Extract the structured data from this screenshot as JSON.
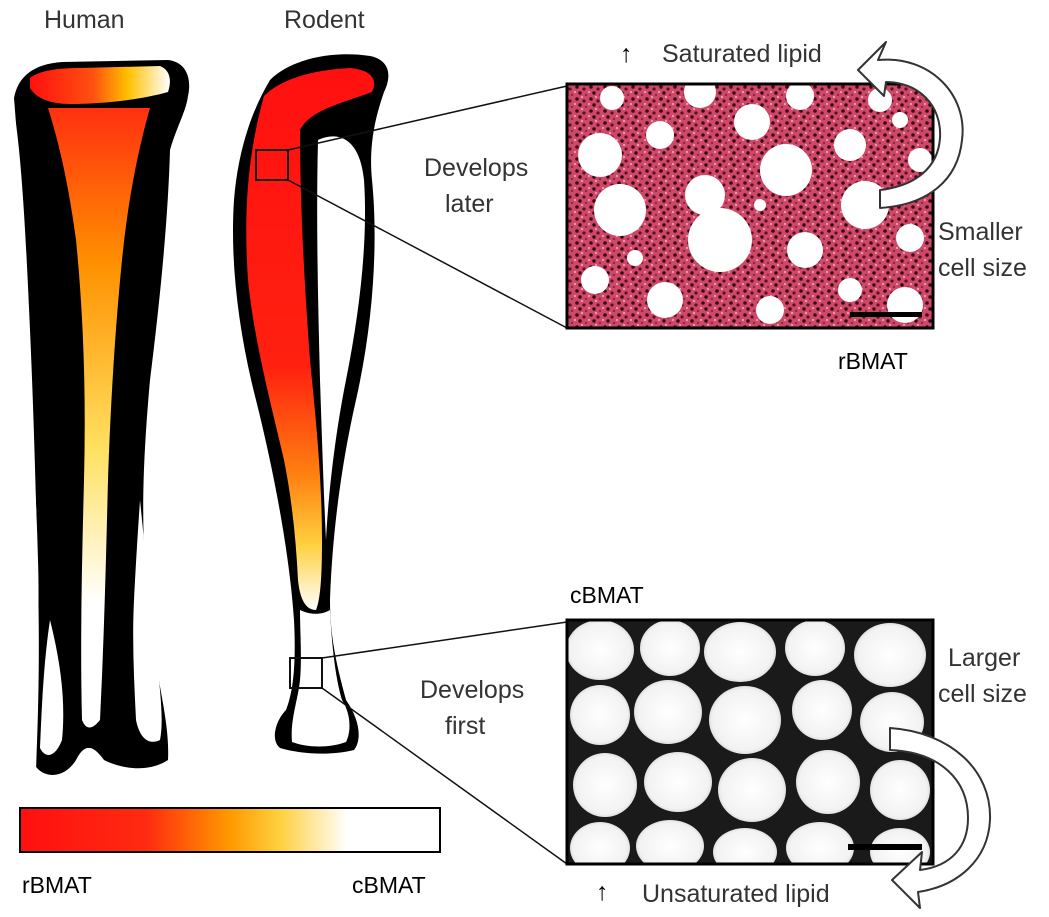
{
  "labels": {
    "human": "Human",
    "rodent": "Rodent",
    "saturated": "Saturated lipid",
    "unsaturated": "Unsaturated lipid",
    "up_arrow": "↑",
    "develops_later_1": "Develops",
    "develops_later_2": "later",
    "develops_first_1": "Develops",
    "develops_first_2": "first",
    "smaller_1": "Smaller",
    "smaller_2": "cell size",
    "larger_1": "Larger",
    "larger_2": "cell size",
    "rbmat_panel": "rBMAT",
    "cbmat_panel": "cBMAT",
    "legend_left": "rBMAT",
    "legend_right": "cBMAT"
  },
  "colors": {
    "rbmat": "#ff1f1f",
    "mid": "#ffb000",
    "cbmat": "#ffffff",
    "bone": "#000000",
    "histo_bg": "#c8405a",
    "text": "#333333"
  },
  "icons": {
    "rotate_top": "curved-arrow-icon",
    "rotate_bottom": "curved-arrow-icon"
  }
}
